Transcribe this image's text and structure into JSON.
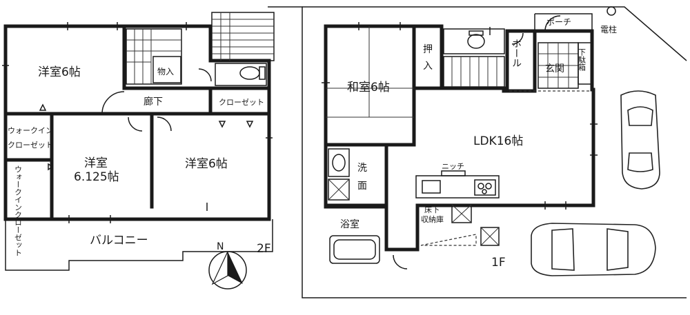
{
  "floor2": {
    "floor_label": "2F",
    "rooms": {
      "western_nw": "洋室6帖",
      "storage": "物入",
      "hallway": "廊下",
      "closet": "クローゼット",
      "walkin_top_line1": "ウォークイン",
      "walkin_top_line2": "クローゼット",
      "western_center_line1": "洋室",
      "western_center_line2": "6.125帖",
      "western_east": "洋室6帖",
      "walkin_side": "ウォークインクローゼット",
      "balcony": "バルコニー"
    },
    "compass_north": "N"
  },
  "floor1": {
    "floor_label": "1F",
    "rooms": {
      "japanese": "和室6帖",
      "oshiire": "押入",
      "hall": "ホール",
      "porch": "ポーチ",
      "entrance": "玄関",
      "shoe_box": "下駄箱",
      "ldk": "LDK16帖",
      "wash_line1": "洗",
      "wash_line2": "面",
      "niche": "ニッチ",
      "underfloor_line1": "床下",
      "underfloor_line2": "収納庫",
      "bathroom": "浴室"
    },
    "utility_pole": "電柱"
  }
}
